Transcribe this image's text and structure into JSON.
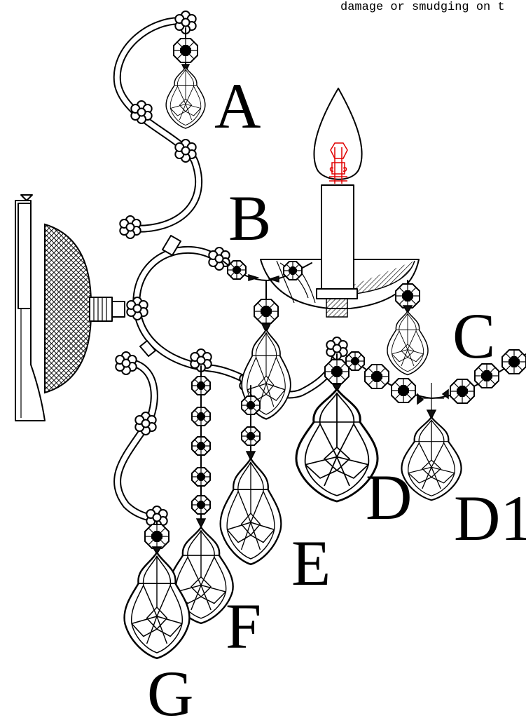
{
  "top_note": "damage or smudging on t",
  "labels": {
    "a": "A",
    "b": "B",
    "c": "C",
    "d": "D",
    "d1": "D1",
    "e": "E",
    "f": "F",
    "g": "G"
  },
  "colors": {
    "line": "#000000",
    "filament": "#e00000",
    "background": "#ffffff"
  }
}
